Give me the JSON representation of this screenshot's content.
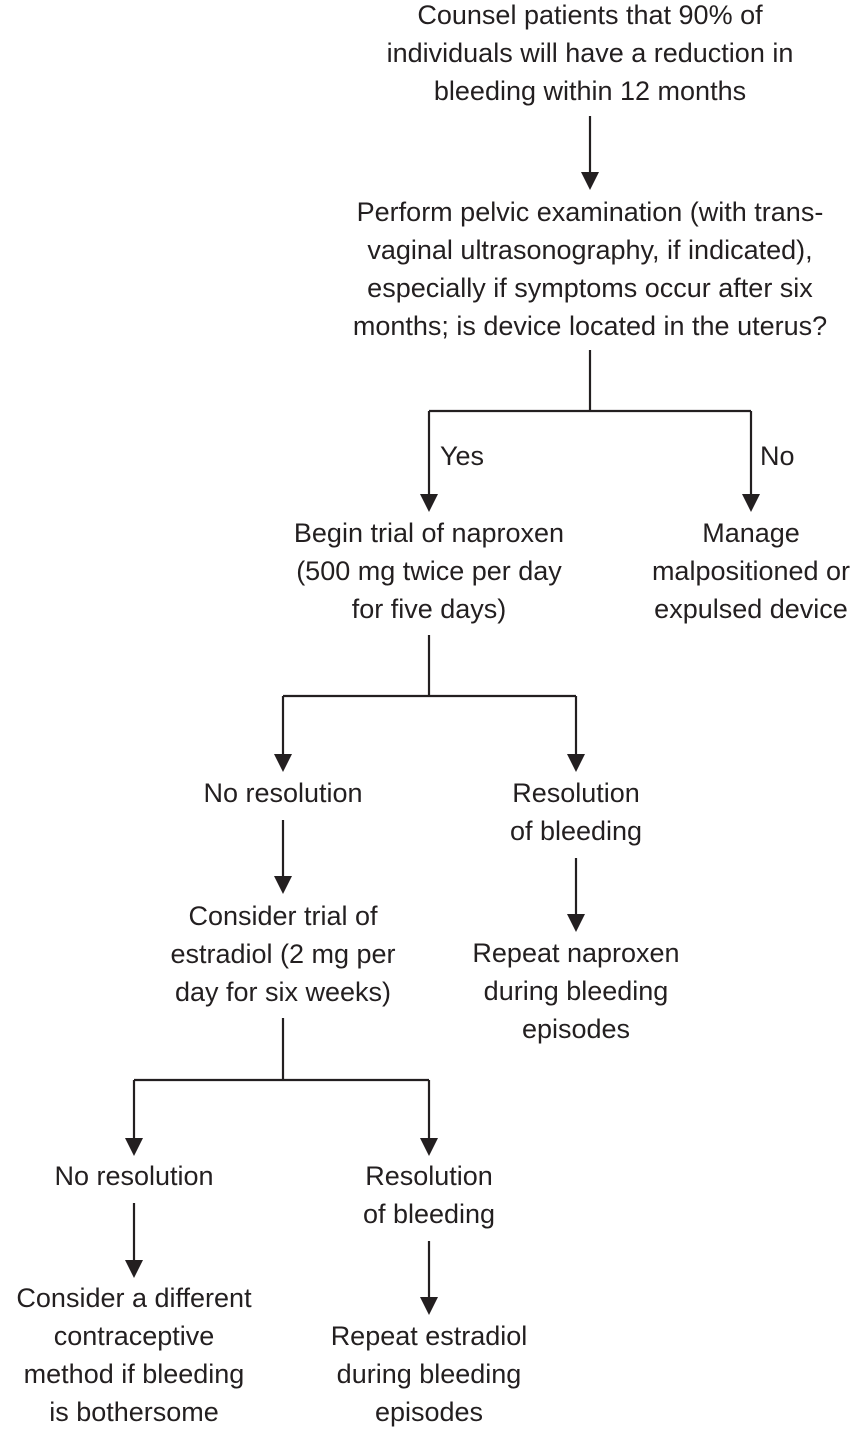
{
  "flowchart": {
    "nodes": {
      "counsel": "Counsel patients that 90% of\nindividuals will have a reduction in\nbleeding within 12 months",
      "pelvic_exam": "Perform pelvic examination (with trans-\nvaginal ultrasonography, if indicated),\nespecially if symptoms occur after six\nmonths; is device located in the uterus?",
      "naproxen_trial": "Begin trial of naproxen\n(500 mg twice per day\nfor five days)",
      "manage_device": "Manage\nmalpositioned or\nexpulsed device",
      "no_resolution_1": "No resolution",
      "resolution_1": "Resolution\nof bleeding",
      "estradiol_trial": "Consider trial of\nestradiol (2 mg per\nday for six weeks)",
      "repeat_naproxen": "Repeat naproxen\nduring bleeding\nepisodes",
      "no_resolution_2": "No resolution",
      "resolution_2": "Resolution\nof bleeding",
      "different_method": "Consider a different\ncontraceptive\nmethod if bleeding\nis bothersome",
      "repeat_estradiol": "Repeat estradiol\nduring bleeding\nepisodes"
    },
    "branch_labels": {
      "yes": "Yes",
      "no": "No"
    }
  },
  "colors": {
    "ink": "#231f20",
    "background": "#ffffff"
  }
}
